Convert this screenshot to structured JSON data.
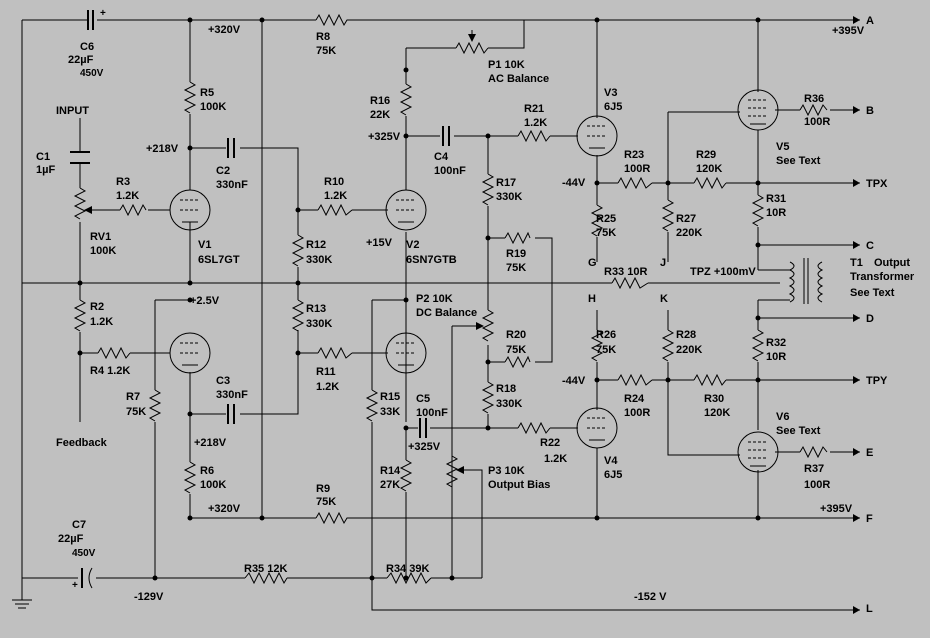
{
  "components": {
    "c6": {
      "ref": "C6",
      "value": "22µF",
      "rating": "450V",
      "plus": "+"
    },
    "c7": {
      "ref": "C7",
      "value": "22µF",
      "rating": "450V",
      "plus": "+"
    },
    "c1": {
      "ref": "C1",
      "value": "1µF"
    },
    "c2": {
      "ref": "C2",
      "value": "330nF"
    },
    "c3": {
      "ref": "C3",
      "value": "330nF"
    },
    "c4": {
      "ref": "C4",
      "value": "100nF"
    },
    "c5": {
      "ref": "C5",
      "value": "100nF"
    },
    "r2": {
      "ref": "R2",
      "value": "1.2K"
    },
    "r3": {
      "ref": "R3",
      "value": "1.2K"
    },
    "r4": {
      "ref": "R4",
      "value": "1.2K"
    },
    "r5": {
      "ref": "R5",
      "value": "100K"
    },
    "r6": {
      "ref": "R6",
      "value": "100K"
    },
    "r7": {
      "ref": "R7",
      "value": "75K"
    },
    "r8": {
      "ref": "R8",
      "value": "75K"
    },
    "r9": {
      "ref": "R9",
      "value": "75K"
    },
    "r10": {
      "ref": "R10",
      "value": "1.2K"
    },
    "r11": {
      "ref": "R11",
      "value": "1.2K"
    },
    "r12": {
      "ref": "R12",
      "value": "330K"
    },
    "r13": {
      "ref": "R13",
      "value": "330K"
    },
    "r14": {
      "ref": "R14",
      "value": "27K"
    },
    "r15": {
      "ref": "R15",
      "value": "33K"
    },
    "r16": {
      "ref": "R16",
      "value": "22K"
    },
    "r17": {
      "ref": "R17",
      "value": "330K"
    },
    "r18": {
      "ref": "R18",
      "value": "330K"
    },
    "r19": {
      "ref": "R19",
      "value": "75K"
    },
    "r20": {
      "ref": "R20",
      "value": "75K"
    },
    "r21": {
      "ref": "R21",
      "value": "1.2K"
    },
    "r22": {
      "ref": "R22",
      "value": "1.2K"
    },
    "r23": {
      "ref": "R23",
      "value": "100R"
    },
    "r24": {
      "ref": "R24",
      "value": "100R"
    },
    "r25": {
      "ref": "R25",
      "value": "75K"
    },
    "r26": {
      "ref": "R26",
      "value": "75K"
    },
    "r27": {
      "ref": "R27",
      "value": "220K"
    },
    "r28": {
      "ref": "R28",
      "value": "220K"
    },
    "r29": {
      "ref": "R29",
      "value": "120K"
    },
    "r30": {
      "ref": "R30",
      "value": "120K"
    },
    "r31": {
      "ref": "R31",
      "value": "10R"
    },
    "r32": {
      "ref": "R32",
      "value": "10R"
    },
    "r33": {
      "label": "R33 10R"
    },
    "r34": {
      "label": "R34 39K"
    },
    "r35": {
      "label": "R35 12K"
    },
    "r36": {
      "ref": "R36",
      "value": "100R"
    },
    "r37": {
      "ref": "R37",
      "value": "100R"
    },
    "rv1": {
      "ref": "RV1",
      "value": "100K"
    },
    "p1": {
      "ref": "P1 10K",
      "name": "AC Balance"
    },
    "p2": {
      "ref": "P2 10K",
      "name": "DC Balance"
    },
    "p3": {
      "ref": "P3 10K",
      "name": "Output Bias"
    },
    "v1": {
      "ref": "V1",
      "type": "6SL7GT"
    },
    "v2": {
      "ref": "V2",
      "type": "6SN7GTB"
    },
    "v3": {
      "ref": "V3",
      "type": "6J5"
    },
    "v4": {
      "ref": "V4",
      "type": "6J5"
    },
    "v5": {
      "ref": "V5",
      "note": "See Text"
    },
    "v6": {
      "ref": "V6",
      "note": "See Text"
    },
    "t1": {
      "ref": "T1",
      "line1": "Output",
      "line2": "Transformer",
      "line3": "See Text"
    }
  },
  "voltages": {
    "v320_top": "+320V",
    "v320_bot": "+320V",
    "v395_top": "+395V",
    "v395_bot": "+395V",
    "v218_top": "+218V",
    "v218_bot": "+218V",
    "v325_top": "+325V",
    "v325_bot": "+325V",
    "v15": "+15V",
    "v2_5": "+2.5V",
    "v44_top": "-44V",
    "v44_bot": "-44V",
    "v129": "-129V",
    "v152": "-152 V",
    "tpz": "TPZ +100mV"
  },
  "labels": {
    "input": "INPUT",
    "feedback": "Feedback"
  },
  "terminals": {
    "a": "A",
    "b": "B",
    "c": "C",
    "d": "D",
    "e": "E",
    "f": "F",
    "l": "L",
    "tpx": "TPX",
    "tpy": "TPY",
    "g": "G",
    "h": "H",
    "j": "J",
    "k": "K"
  },
  "colors": {
    "background": "#c0c0c0",
    "ink": "#000000"
  }
}
